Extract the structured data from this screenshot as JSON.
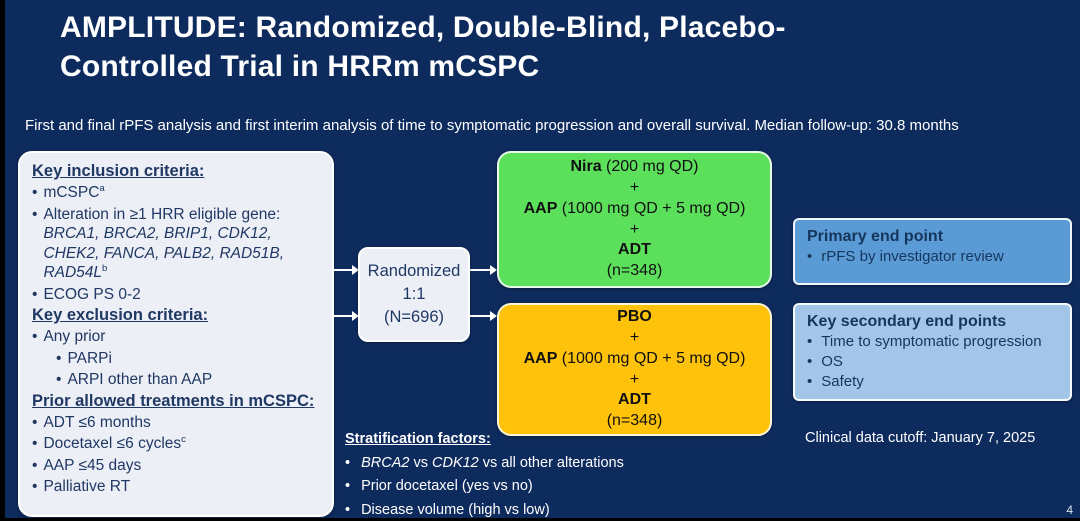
{
  "slide": {
    "title_line1": "AMPLITUDE: Randomized, Double-Blind, Placebo-",
    "title_line2": "Controlled Trial in HRRm mCSPC",
    "subtitle": "First and final rPFS analysis and first interim analysis of time to symptomatic progression and overall survival. Median follow-up: 30.8 months",
    "footer_note": "Clinical data cutoff: January 7, 2025",
    "page_number": "4"
  },
  "colors": {
    "background_navy": "#0E2B5E",
    "panel_light": "#EDEFF6",
    "arm_nira_green": "#5CE05C",
    "arm_pbo_amber": "#FFC20A",
    "primary_endpoint_blue": "#5B9BD5",
    "secondary_endpoint_blue": "#A3C6E8",
    "text_navy": "#1F3864",
    "text_white": "#FFFFFF"
  },
  "left_panel": {
    "sections": [
      {
        "heading": "Key inclusion criteria:",
        "items": [
          {
            "segments": [
              {
                "t": "mCSPC"
              },
              {
                "t": "a",
                "sup": true
              }
            ]
          },
          {
            "segments": [
              {
                "t": "Alteration in ≥1 HRR eligible gene: "
              },
              {
                "t": "BRCA1, BRCA2, BRIP1, CDK12, CHEK2, FANCA, PALB2, RAD51B, RAD54L",
                "i": true
              },
              {
                "t": "b",
                "sup": true
              }
            ]
          },
          {
            "segments": [
              {
                "t": "ECOG PS 0-2"
              }
            ]
          }
        ]
      },
      {
        "heading": "Key exclusion criteria:",
        "items": [
          {
            "segments": [
              {
                "t": "Any prior"
              }
            ]
          },
          {
            "indent": 1,
            "segments": [
              {
                "t": "PARPi"
              }
            ]
          },
          {
            "indent": 1,
            "segments": [
              {
                "t": "ARPI other than AAP"
              }
            ]
          }
        ]
      },
      {
        "heading": "Prior allowed treatments in mCSPC:",
        "items": [
          {
            "segments": [
              {
                "t": "ADT ≤6 months"
              }
            ]
          },
          {
            "segments": [
              {
                "t": "Docetaxel ≤6 cycles"
              },
              {
                "t": "c",
                "sup": true
              }
            ]
          },
          {
            "segments": [
              {
                "t": "AAP ≤45 days"
              }
            ]
          },
          {
            "segments": [
              {
                "t": "Palliative RT"
              }
            ]
          }
        ]
      }
    ]
  },
  "randomization": {
    "lines": [
      {
        "segments": [
          {
            "t": "Randomized"
          }
        ]
      },
      {
        "segments": [
          {
            "t": "1:1"
          }
        ]
      },
      {
        "segments": [
          {
            "t": "(N=696)"
          }
        ]
      }
    ]
  },
  "arms": [
    {
      "name": "niraparib-arm",
      "lines": [
        {
          "segments": [
            {
              "t": "Nira",
              "b": true
            },
            {
              "t": " (200 mg QD)"
            }
          ]
        },
        {
          "segments": [
            {
              "t": "+"
            }
          ]
        },
        {
          "segments": [
            {
              "t": "AAP",
              "b": true
            },
            {
              "t": " (1000 mg QD + 5 mg QD)"
            }
          ]
        },
        {
          "segments": [
            {
              "t": "+"
            }
          ]
        },
        {
          "segments": [
            {
              "t": "ADT",
              "b": true
            }
          ]
        },
        {
          "segments": [
            {
              "t": "(n=348)"
            }
          ]
        }
      ]
    },
    {
      "name": "placebo-arm",
      "lines": [
        {
          "segments": [
            {
              "t": "PBO",
              "b": true
            }
          ]
        },
        {
          "segments": [
            {
              "t": "+"
            }
          ]
        },
        {
          "segments": [
            {
              "t": "AAP",
              "b": true
            },
            {
              "t": " (1000 mg QD + 5 mg QD)"
            }
          ]
        },
        {
          "segments": [
            {
              "t": "+"
            }
          ]
        },
        {
          "segments": [
            {
              "t": "ADT",
              "b": true
            }
          ]
        },
        {
          "segments": [
            {
              "t": "(n=348)"
            }
          ]
        }
      ]
    }
  ],
  "endpoints": {
    "primary": {
      "heading": "Primary end point",
      "items": [
        {
          "segments": [
            {
              "t": "rPFS by investigator review"
            }
          ]
        }
      ]
    },
    "secondary": {
      "heading": "Key secondary end points",
      "items": [
        {
          "segments": [
            {
              "t": "Time to symptomatic progression"
            }
          ]
        },
        {
          "segments": [
            {
              "t": "OS"
            }
          ]
        },
        {
          "segments": [
            {
              "t": "Safety"
            }
          ]
        }
      ]
    }
  },
  "stratification": {
    "heading": "Stratification factors:",
    "items": [
      {
        "segments": [
          {
            "t": "BRCA2",
            "i": true
          },
          {
            "t": " vs "
          },
          {
            "t": "CDK12",
            "i": true
          },
          {
            "t": " vs all other alterations"
          }
        ]
      },
      {
        "segments": [
          {
            "t": "Prior docetaxel (yes vs no)"
          }
        ]
      },
      {
        "segments": [
          {
            "t": "Disease volume (high vs low)"
          }
        ]
      }
    ]
  }
}
